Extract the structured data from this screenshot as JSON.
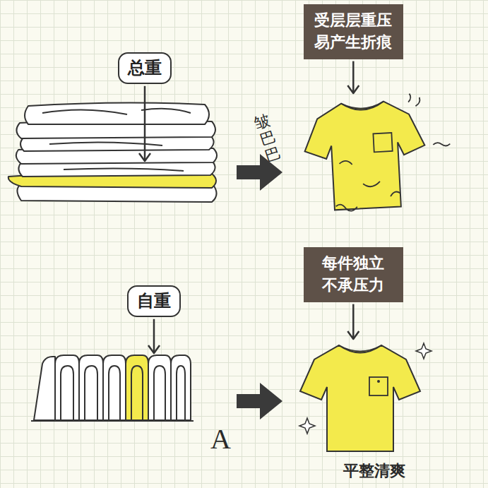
{
  "diagram": {
    "nodes": [
      {
        "text": [
          "总重"
        ]
      },
      {
        "text": [
          "受层层重压 易产生折痕"
        ]
      },
      {
        "text": [
          "自重"
        ]
      },
      {
        "text": [
          "每件独立 不承压力"
        ]
      }
    ],
    "labels": [
      "皱巴巴",
      "A",
      "平整清爽"
    ]
  }
}
